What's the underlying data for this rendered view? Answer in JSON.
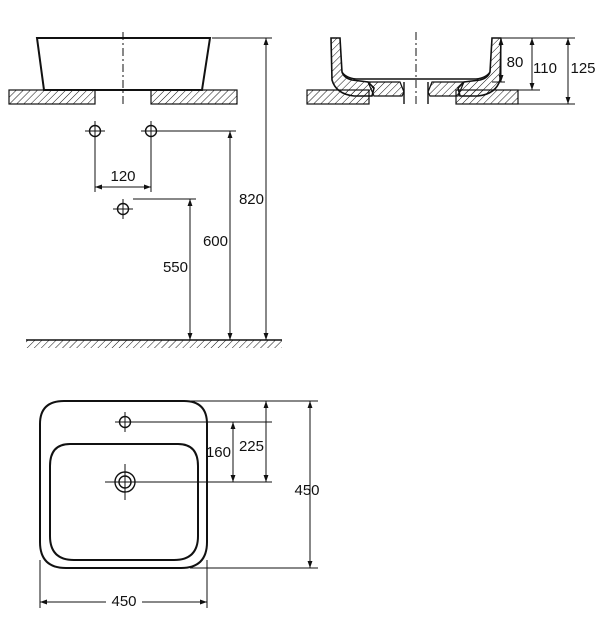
{
  "drawing": {
    "dimensions": {
      "tap_spacing": "120",
      "tap_height": "600",
      "waste_height": "550",
      "rim_height": "820",
      "inner_depth": "80",
      "bowl_height": "110",
      "total_height": "125",
      "waste_offset": "160",
      "tap_hole_offset": "225",
      "basin_depth": "450",
      "basin_width": "450"
    }
  }
}
